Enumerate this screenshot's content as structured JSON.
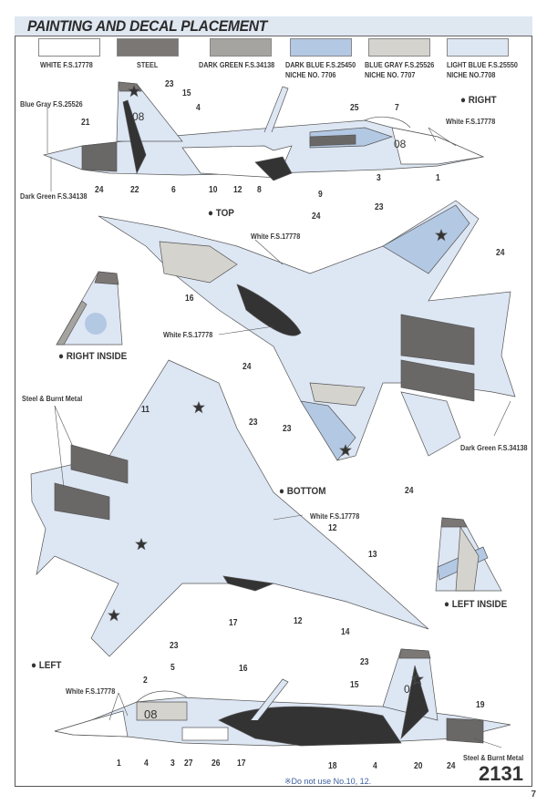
{
  "header": {
    "title": "PAINTING AND DECAL PLACEMENT"
  },
  "colors": [
    {
      "name": "WHITE F.S.17778",
      "niche": "",
      "hex": "#ffffff"
    },
    {
      "name": "STEEL",
      "niche": "",
      "hex": "#7a7775"
    },
    {
      "name": "DARK GREEN F.S.34138",
      "niche": "",
      "hex": "#a6a4a0"
    },
    {
      "name": "DARK BLUE F.S.25450",
      "niche": "NICHE NO. 7706",
      "hex": "#b3c8e3"
    },
    {
      "name": "BLUE GRAY F.S.25526",
      "niche": "NICHE NO. 7707",
      "hex": "#d4d3ce"
    },
    {
      "name": "LIGHT BLUE F.S.25550",
      "niche": "NICHE NO.7708",
      "hex": "#dde6f3"
    }
  ],
  "views": {
    "right": "RIGHT",
    "top": "TOP",
    "right_inside": "RIGHT INSIDE",
    "bottom": "BOTTOM",
    "left_inside": "LEFT INSIDE",
    "left": "LEFT"
  },
  "annotations": {
    "blue_gray": "Blue Gray F.S.25526",
    "dark_green": "Dark Green F.S.34138",
    "white": "White F.S.17778",
    "steel_burnt": "Steel & Burnt Metal"
  },
  "callouts": {
    "right": [
      "23",
      "15",
      "21",
      "4",
      "24",
      "22",
      "6",
      "10",
      "12",
      "8",
      "9",
      "25",
      "7",
      "3",
      "1"
    ],
    "top": [
      "24",
      "23",
      "24",
      "16",
      "24"
    ],
    "bottom": [
      "11",
      "23",
      "23",
      "24",
      "12",
      "13",
      "17",
      "12",
      "14",
      "23"
    ],
    "left": [
      "2",
      "5",
      "16",
      "1",
      "4",
      "3",
      "27",
      "26",
      "17",
      "23",
      "15",
      "19",
      "18",
      "4",
      "20",
      "24"
    ]
  },
  "footer": {
    "note": "※Do not use No.10, 12.",
    "code": "2131",
    "page": "7"
  }
}
